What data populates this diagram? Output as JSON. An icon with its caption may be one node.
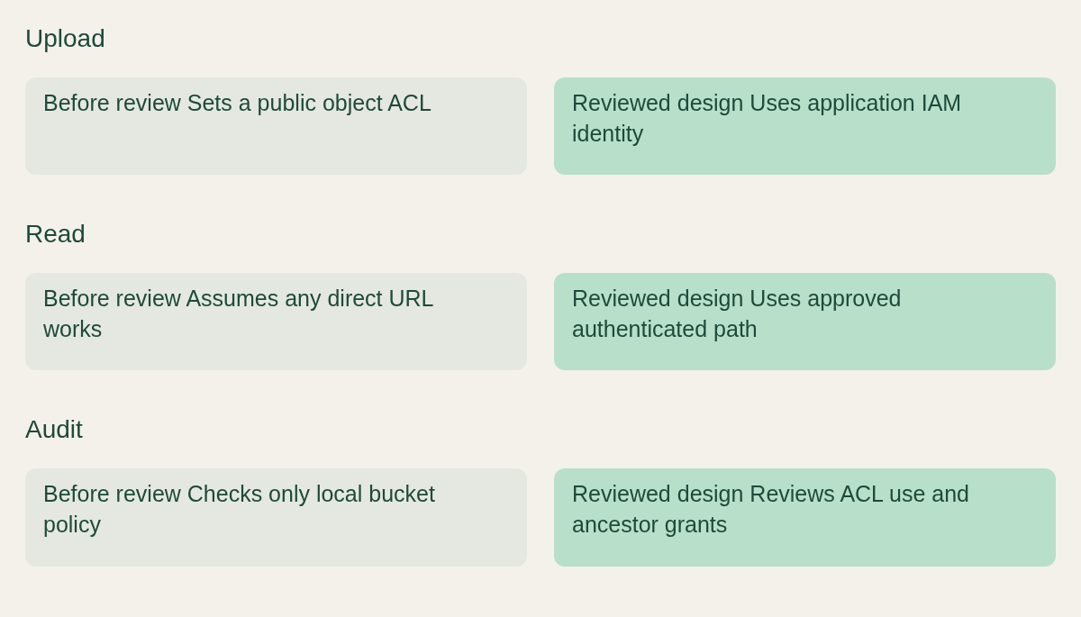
{
  "diagram": {
    "nodes": [
      {
        "text": [
          "Before review Sets a public object ACL"
        ]
      },
      {
        "text": [
          "Reviewed design Uses application IAM identity"
        ]
      },
      {
        "text": [
          "Before review Assumes any direct URL works"
        ]
      },
      {
        "text": [
          "Reviewed design Uses approved authenticated path"
        ]
      },
      {
        "text": [
          "Before review Checks only local bucket policy"
        ]
      },
      {
        "text": [
          "Reviewed design Reviews ACL use and ancestor grants"
        ]
      }
    ],
    "labels": [
      "Upload",
      "Read",
      "Audit"
    ]
  }
}
